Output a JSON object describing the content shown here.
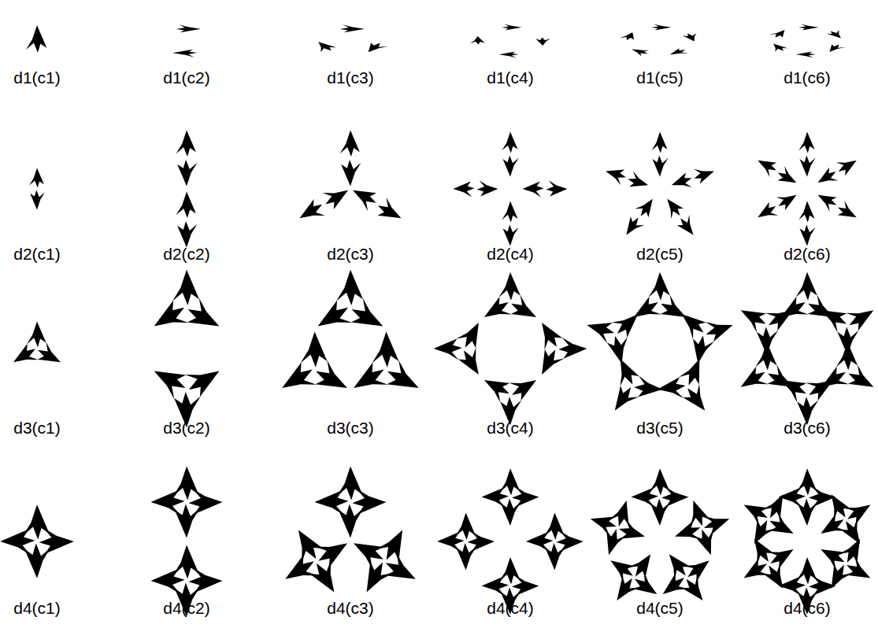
{
  "diagram": {
    "labels": [
      "d1(c1)",
      "d1(c2)",
      "d1(c3)",
      "d1(c4)",
      "d1(c5)",
      "d1(c6)",
      "d2(c1)",
      "d2(c2)",
      "d2(c3)",
      "d2(c4)",
      "d2(c5)",
      "d2(c6)",
      "d3(c1)",
      "d3(c2)",
      "d3(c3)",
      "d3(c4)",
      "d3(c5)",
      "d3(c6)",
      "d4(c1)",
      "d4(c2)",
      "d4(c3)",
      "d4(c4)",
      "d4(c5)",
      "d4(c6)"
    ]
  }
}
